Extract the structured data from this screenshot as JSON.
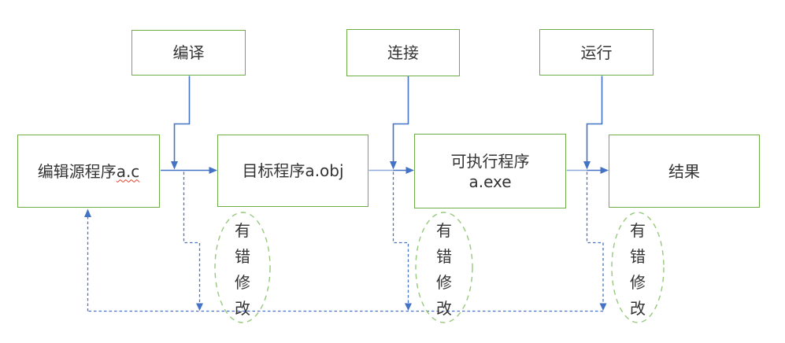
{
  "top_boxes": [
    {
      "label": "编译"
    },
    {
      "label": "连接"
    },
    {
      "label": "运行"
    }
  ],
  "stage_boxes": [
    {
      "prefix": "编辑源程序",
      "file": "a.c"
    },
    {
      "label": "目标程序a.obj"
    },
    {
      "label": "可执行程序\na.exe"
    },
    {
      "label": "结果"
    }
  ],
  "error_notes": [
    {
      "label": "有\n错\n修\n改"
    },
    {
      "label": "有\n错\n修\n改"
    },
    {
      "label": "有\n错\n修\n改"
    }
  ],
  "colors": {
    "box_border_green": "#70ad47",
    "ellipse_dash_green": "#97c97d",
    "arrow_blue": "#4472c4",
    "arrow_light_blue": "#8faadc",
    "spellcheck_red": "#e5402a",
    "text": "#333333",
    "background": "#ffffff"
  }
}
